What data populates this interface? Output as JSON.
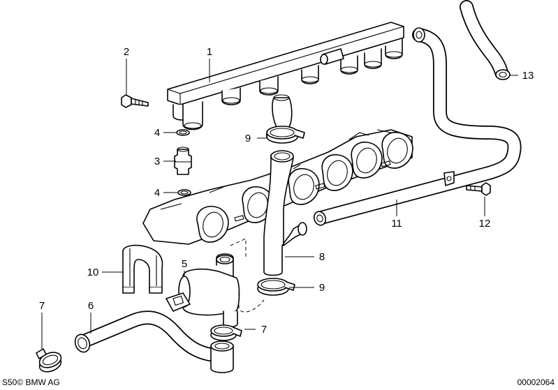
{
  "callouts": [
    {
      "id": "c1",
      "label": "1"
    },
    {
      "id": "c2",
      "label": "2"
    },
    {
      "id": "c3",
      "label": "3"
    },
    {
      "id": "c4a",
      "label": "4"
    },
    {
      "id": "c4b",
      "label": "4"
    },
    {
      "id": "c5",
      "label": "5"
    },
    {
      "id": "c6",
      "label": "6"
    },
    {
      "id": "c7a",
      "label": "7"
    },
    {
      "id": "c7b",
      "label": "7"
    },
    {
      "id": "c8",
      "label": "8"
    },
    {
      "id": "c9a",
      "label": "9"
    },
    {
      "id": "c9b",
      "label": "9"
    },
    {
      "id": "c10",
      "label": "10"
    },
    {
      "id": "c11",
      "label": "11"
    },
    {
      "id": "c12",
      "label": "12"
    },
    {
      "id": "c13",
      "label": "13"
    }
  ],
  "footer": {
    "copyright": "S50© BMW AG",
    "drawing_number": "00002064"
  }
}
